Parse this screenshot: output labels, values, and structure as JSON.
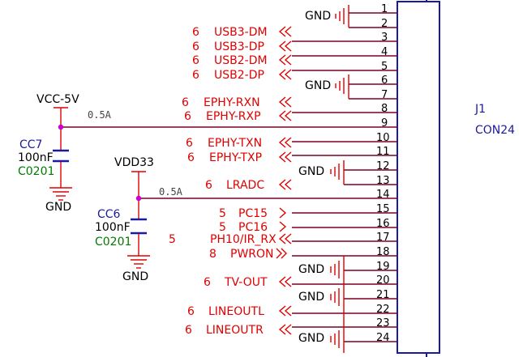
{
  "connector": {
    "ref": "J1",
    "value": "CON24",
    "pins": [
      "1",
      "2",
      "3",
      "4",
      "5",
      "6",
      "7",
      "8",
      "9",
      "10",
      "11",
      "12",
      "13",
      "14",
      "15",
      "16",
      "17",
      "18",
      "19",
      "20",
      "21",
      "22",
      "23",
      "24"
    ]
  },
  "nets": [
    {
      "sheet": "6",
      "name": "USB3-DM"
    },
    {
      "sheet": "6",
      "name": "USB3-DP"
    },
    {
      "sheet": "6",
      "name": "USB2-DM"
    },
    {
      "sheet": "6",
      "name": "USB2-DP"
    },
    {
      "sheet": "6",
      "name": "EPHY-RXN"
    },
    {
      "sheet": "6",
      "name": "EPHY-RXP"
    },
    {
      "sheet": "6",
      "name": "EPHY-TXN"
    },
    {
      "sheet": "6",
      "name": "EPHY-TXP"
    },
    {
      "sheet": "6",
      "name": "LRADC"
    },
    {
      "sheet": "5",
      "name": "PC15"
    },
    {
      "sheet": "5",
      "name": "PC16"
    },
    {
      "sheet": "5",
      "name": "PH10/IR_RX"
    },
    {
      "sheet": "8",
      "name": "PWRON"
    },
    {
      "sheet": "6",
      "name": "TV-OUT"
    },
    {
      "sheet": "6",
      "name": "LINEOUTL"
    },
    {
      "sheet": "6",
      "name": "LINEOUTR"
    }
  ],
  "gnd_label": "GND",
  "power": {
    "vcc5v": {
      "name": "VCC-5V",
      "current": "0.5A"
    },
    "vdd33": {
      "name": "VDD33",
      "current": "0.5A"
    }
  },
  "caps": [
    {
      "ref": "CC7",
      "value": "100nF",
      "package": "C0201"
    },
    {
      "ref": "CC6",
      "value": "100nF",
      "package": "C0201"
    }
  ]
}
